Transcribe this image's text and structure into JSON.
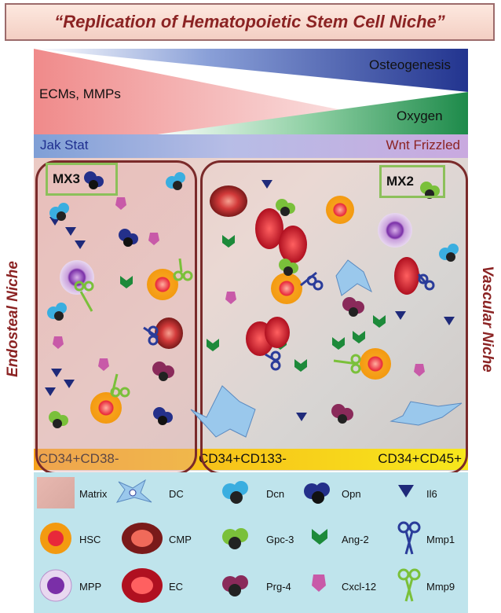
{
  "title": "“Replication of Hematopoietic Stem Cell Niche”",
  "gradients": {
    "ecm_label": "ECMs, MMPs",
    "osteogenesis_label": "Osteogenesis",
    "oxygen_label": "Oxygen"
  },
  "signaling": {
    "left": "Jak Stat",
    "right": "Wnt Frizzled"
  },
  "niches": {
    "endosteal": "Endosteal Niche",
    "vascular": "Vascular Niche",
    "mx3": "MX3",
    "mx2": "MX2"
  },
  "markers": {
    "left": "CD34+CD38-",
    "middle": "CD34+CD133-",
    "right": "CD34+CD45+"
  },
  "legend": [
    {
      "label": "Matrix",
      "icon": "matrix-swatch"
    },
    {
      "label": "DC",
      "icon": "dc-cell"
    },
    {
      "label": "Dcn",
      "icon": "dcn-protein"
    },
    {
      "label": "Opn",
      "icon": "opn-protein"
    },
    {
      "label": "Il6",
      "icon": "il6-triangle"
    },
    {
      "label": "HSC",
      "icon": "hsc-cell"
    },
    {
      "label": "CMP",
      "icon": "cmp-cell"
    },
    {
      "label": "Gpc-3",
      "icon": "gpc3-protein"
    },
    {
      "label": "Ang-2",
      "icon": "ang2-chevron"
    },
    {
      "label": "Mmp1",
      "icon": "mmp1-scissors"
    },
    {
      "label": "MPP",
      "icon": "mpp-cell"
    },
    {
      "label": "EC",
      "icon": "ec-cell"
    },
    {
      "label": "Prg-4",
      "icon": "prg4-protein"
    },
    {
      "label": "Cxcl-12",
      "icon": "cxcl12-pentagon"
    },
    {
      "label": "Mmp9",
      "icon": "mmp9-scissors"
    }
  ],
  "colors": {
    "title_text": "#8b2323",
    "frame": "#7a2a2a",
    "mx_box": "#8cc05a",
    "legend_bg": "#bfe4ec",
    "jak_text": "#1f2f8f",
    "wnt_text": "#8b2323"
  }
}
